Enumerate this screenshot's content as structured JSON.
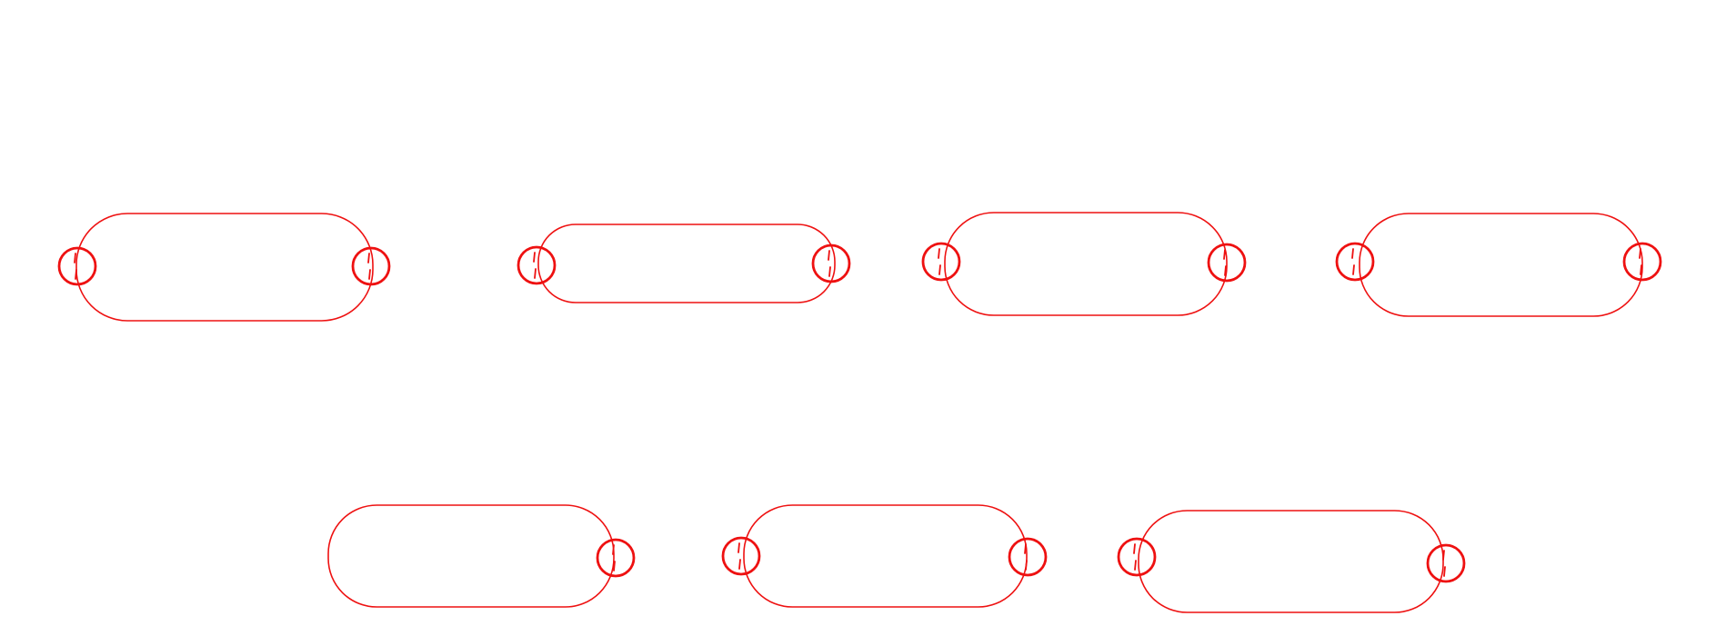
{
  "style": {
    "background": "#ffffff",
    "stroke": "#ee1111"
  },
  "shapes": [
    {
      "id": "shape-1",
      "left_ring": true,
      "right_ring": true
    },
    {
      "id": "shape-2",
      "left_ring": true,
      "right_ring": true
    },
    {
      "id": "shape-3",
      "left_ring": true,
      "right_ring": true
    },
    {
      "id": "shape-4",
      "left_ring": true,
      "right_ring": true
    },
    {
      "id": "shape-5",
      "left_ring": false,
      "right_ring": true
    },
    {
      "id": "shape-6",
      "left_ring": true,
      "right_ring": true
    },
    {
      "id": "shape-7",
      "left_ring": true,
      "right_ring": true
    }
  ]
}
